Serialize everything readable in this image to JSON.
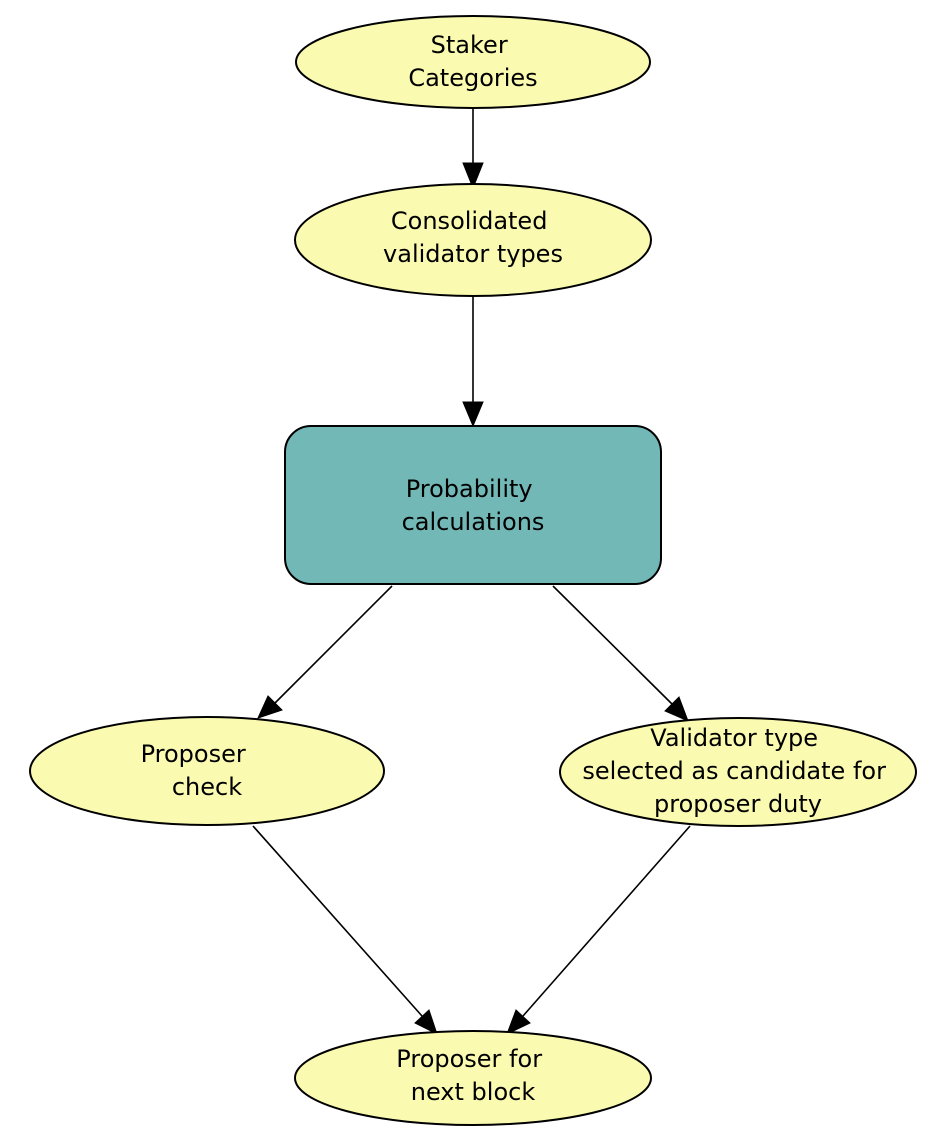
{
  "colors": {
    "ellipse_fill": "#fafab0",
    "box_fill": "#72b8b6",
    "stroke": "#000000",
    "background": "#ffffff"
  },
  "nodes": {
    "staker_categories": {
      "shape": "ellipse",
      "lines": [
        "Staker",
        "Categories"
      ]
    },
    "consolidated_validator_types": {
      "shape": "ellipse",
      "lines": [
        "Consolidated",
        "validator types"
      ]
    },
    "probability_calculations": {
      "shape": "rounded-box",
      "lines": [
        "Probability",
        "calculations"
      ]
    },
    "proposer_check": {
      "shape": "ellipse",
      "lines": [
        "Proposer",
        "check"
      ]
    },
    "validator_type_selected": {
      "shape": "ellipse",
      "lines": [
        "Validator type",
        "selected as candidate for",
        "proposer duty"
      ]
    },
    "proposer_next_block": {
      "shape": "ellipse",
      "lines": [
        "Proposer for",
        "next block"
      ]
    }
  },
  "edges": [
    {
      "from": "staker_categories",
      "to": "consolidated_validator_types"
    },
    {
      "from": "consolidated_validator_types",
      "to": "probability_calculations"
    },
    {
      "from": "probability_calculations",
      "to": "proposer_check"
    },
    {
      "from": "probability_calculations",
      "to": "validator_type_selected"
    },
    {
      "from": "proposer_check",
      "to": "proposer_next_block"
    },
    {
      "from": "validator_type_selected",
      "to": "proposer_next_block"
    }
  ]
}
